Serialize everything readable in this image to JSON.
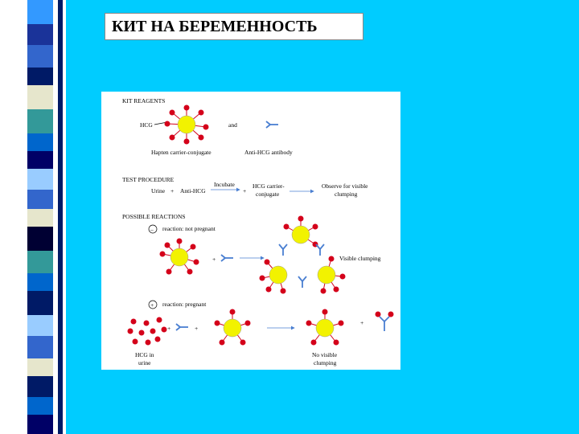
{
  "slide": {
    "title": "КИТ НА БЕРЕМЕННОСТЬ"
  },
  "colors": {
    "background": "#00ccff",
    "hapten_carrier": "#f2f200",
    "hcg": "#d4001a",
    "antibody": "#4a7fd1"
  },
  "diagram": {
    "kit_reagents": {
      "heading": "KIT REAGENTS",
      "hcg_label": "HCG",
      "and_text": "and",
      "conjugate_label": "Hapten carrier-conjugate",
      "antibody_label": "Anti-HCG antibody"
    },
    "test_procedure": {
      "heading": "TEST PROCEDURE",
      "urine": "Urine",
      "plus1": "+",
      "anti_hcg": "Anti-HCG",
      "incubate": "Incubate",
      "plus2": "+",
      "hcg_carrier": "HCG carrier-",
      "conjugate": "conjugate",
      "observe": "Observe for visible",
      "clumping": "clumping"
    },
    "possible_reactions": {
      "heading": "POSSIBLE REACTIONS",
      "minus_sign": "–",
      "not_pregnant": "reaction: not pregnant",
      "plus_a": "+",
      "visible_clumping": "Visible clumping",
      "plus_sign": "+",
      "pregnant": "reaction: pregnant",
      "plus_b": "+",
      "plus_c": "+",
      "plus_d": "+",
      "hcg_in": "HCG in",
      "urine": "urine",
      "no_visible": "No visible",
      "no_clumping": "clumping"
    }
  }
}
